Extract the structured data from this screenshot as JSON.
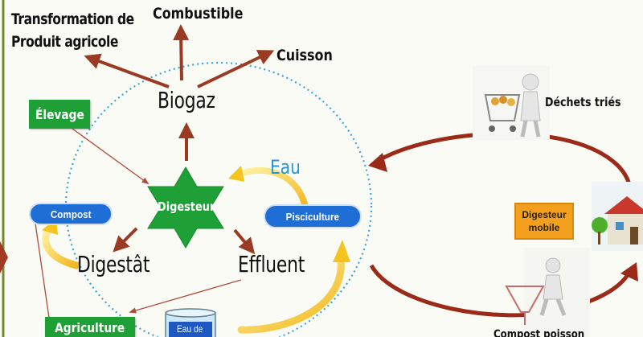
{
  "outputs": {
    "transformation": "Transformation de Produit agricole",
    "combustible": "Combustible",
    "cuisson": "Cuisson"
  },
  "nodes": {
    "biogaz": "Biogaz",
    "elevage": "Élevage",
    "digesteur": "Digesteur",
    "eau": "Eau",
    "compost": "Compost",
    "pisciculture": "Pisciculture",
    "digestat": "Digestât",
    "effluent": "Effluent",
    "agriculture": "Agriculture",
    "eau_tank": "Eau de"
  },
  "side": {
    "dechets": "Déchets triés",
    "digesteur_mobile": "Digesteur mobile",
    "compost_poisson": "Compost poisson"
  },
  "colors": {
    "brown_arrow": "#9b3a22",
    "green": "#1fa037",
    "blue_pill": "#1f6ed6",
    "yellow_arrow": "#f5c41f",
    "orange": "#f4a01c",
    "dotted_circle": "#3aa7d8"
  }
}
